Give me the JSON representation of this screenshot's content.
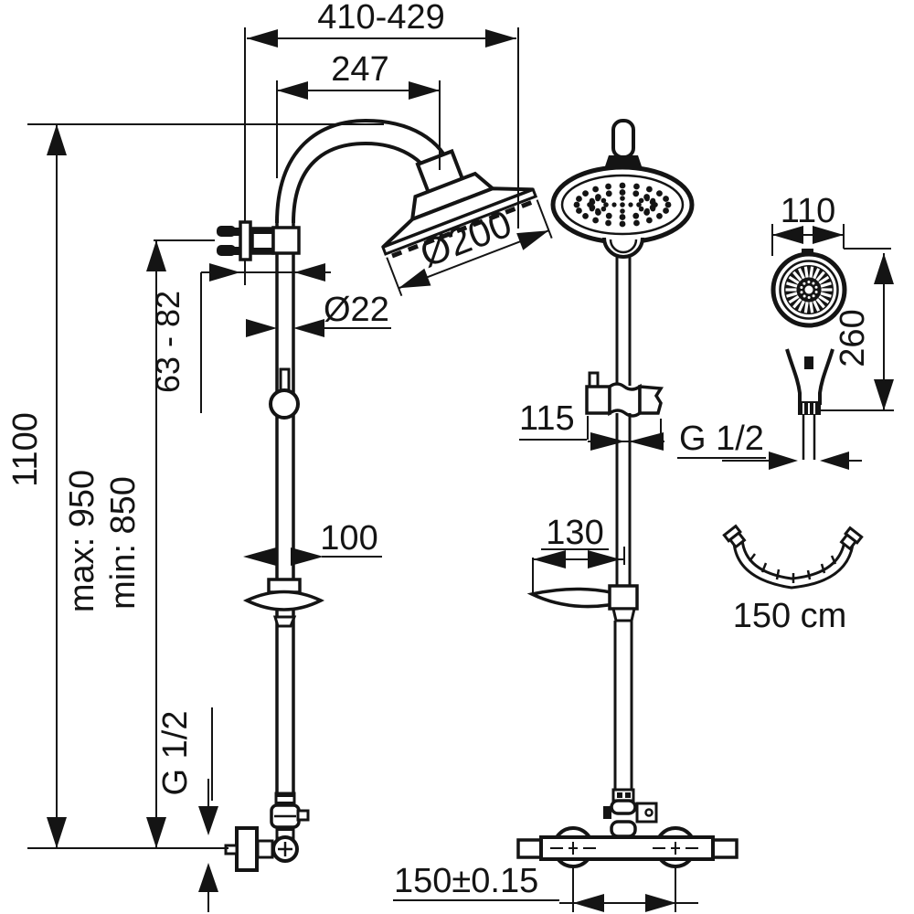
{
  "drawing": {
    "type": "technical-dimension-drawing",
    "subject": "shower-column-set",
    "line_color": "#141414",
    "background_color": "#ffffff",
    "labels": {
      "top_width": "410-429",
      "arm_projection": "247",
      "head_diameter": "Ø200",
      "pipe_diameter": "Ø22",
      "wall_offset_range": "63 - 82",
      "total_height": "1100",
      "max_height": "max: 950",
      "min_height": "min: 850",
      "side_dish_width": "100",
      "inlet_thread": "G 1/2",
      "holder_length": "115",
      "front_dish_width": "130",
      "handshower_width": "110",
      "handshower_length": "260",
      "hose_thread": "G 1/2",
      "hose_length": "150 cm",
      "connection_spacing": "150±0.15"
    }
  }
}
